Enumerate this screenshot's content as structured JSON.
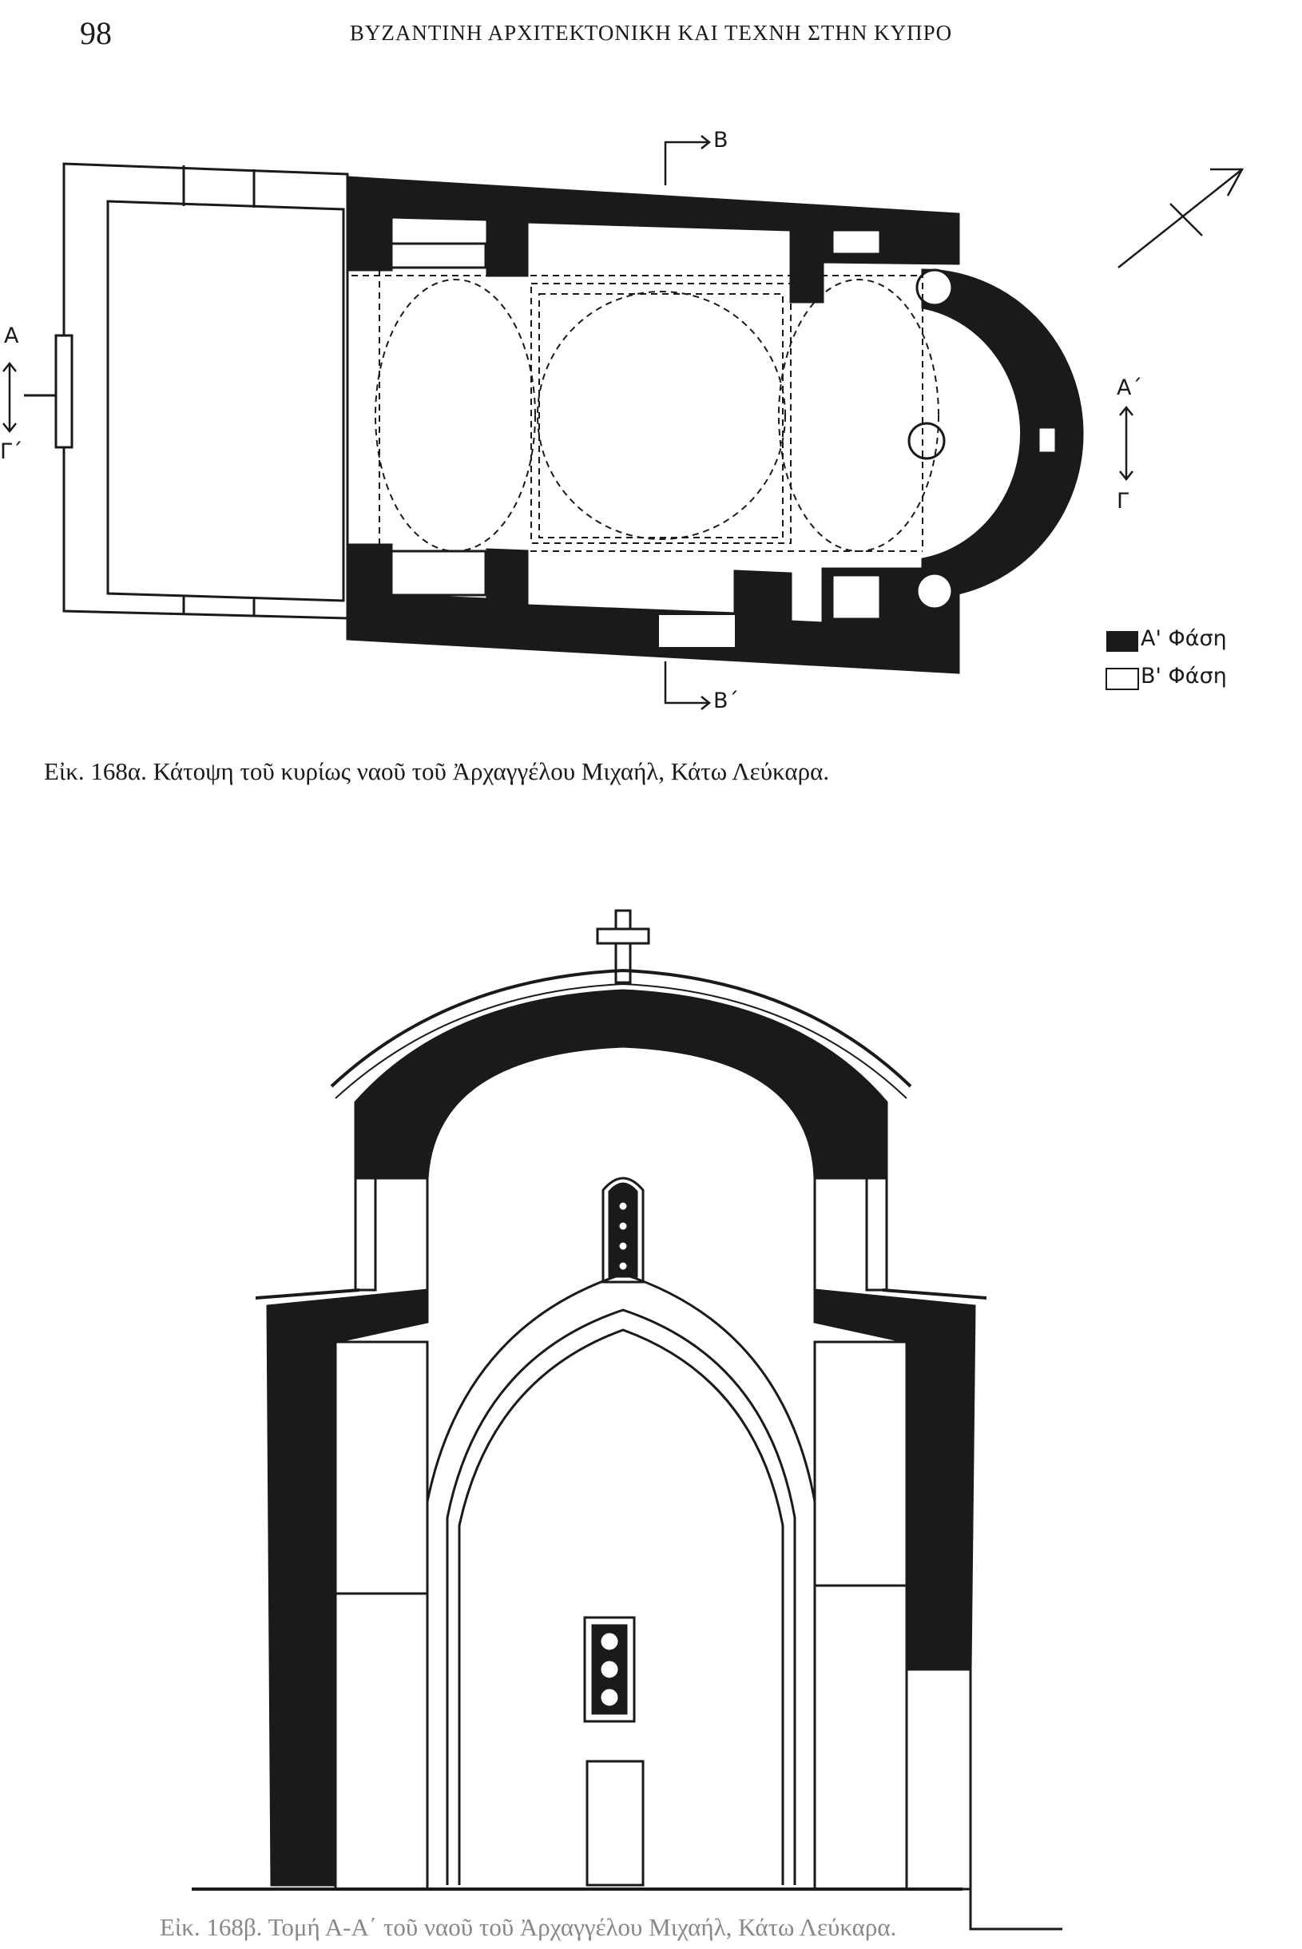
{
  "header": {
    "page_number": "98",
    "running_title": "ΒΥΖΑΝΤΙΝΗ ΑΡΧΙΤΕΚΤΟΝΙΚΗ ΚΑΙ ΤΕΧΝΗ ΣΤΗΝ ΚΥΠΡΟ"
  },
  "plan_figure": {
    "section_labels": {
      "A": "Α",
      "A_prime": "Α΄",
      "B": "Β",
      "B_prime": "Β΄",
      "G": "Γ",
      "G_prime": "Γ΄"
    },
    "legend": [
      {
        "label": "Α' Φάση",
        "swatch": "#1a1a1a"
      },
      {
        "label": "Β' Φάση",
        "swatch": "#ffffff"
      }
    ],
    "caption": "Εἰκ. 168α. Κάτοψη τοῦ κυρίως ναοῦ τοῦ Ἀρχαγγέλου Μιχαήλ, Κάτω Λεύκαρα."
  },
  "elevation_figure": {
    "caption": "Εἰκ. 168β. Τομή Α-Α΄ τοῦ ναοῦ τοῦ Ἀρχαγγέλου Μιχαήλ, Κάτω Λεύκαρα."
  },
  "colors": {
    "ink": "#1a1a1a",
    "paper": "#ffffff"
  }
}
